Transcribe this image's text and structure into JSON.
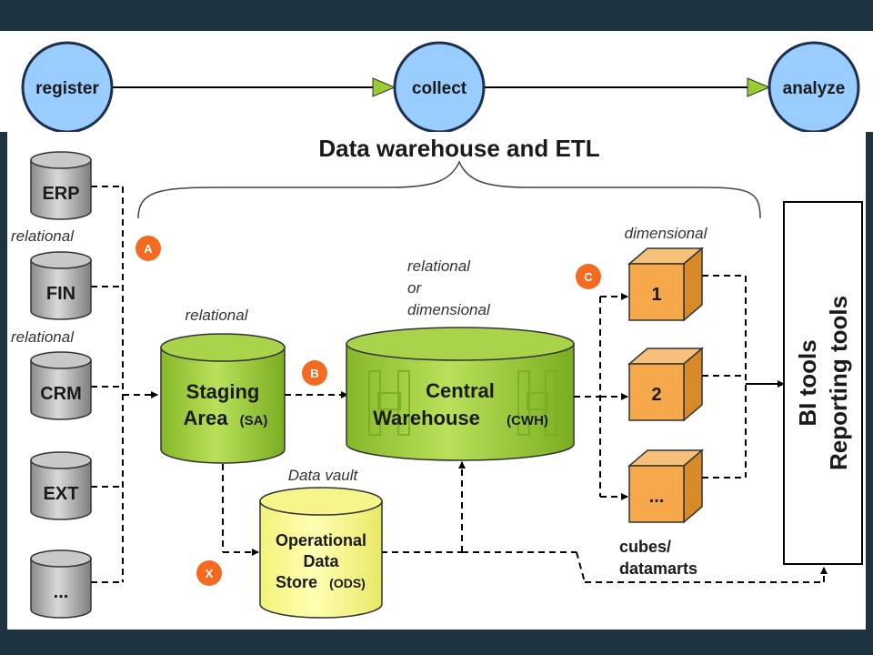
{
  "process": {
    "steps": [
      "register",
      "collect",
      "analyze"
    ]
  },
  "title": "Data warehouse and ETL",
  "sources": [
    "ERP",
    "FIN",
    "CRM",
    "EXT",
    "..."
  ],
  "source_notes": [
    "relational",
    "relational"
  ],
  "markers": {
    "a": "A",
    "b": "B",
    "c": "C",
    "x": "X"
  },
  "staging": {
    "note": "relational",
    "line1": "Staging",
    "line2": "Area",
    "abbr": "(SA)"
  },
  "warehouse": {
    "note_lines": [
      "relational",
      "or",
      "dimensional"
    ],
    "line1": "Central",
    "line2": "Warehouse",
    "abbr": "(CWH)"
  },
  "ods": {
    "note": "Data vault",
    "line1": "Operational",
    "line2": "Data",
    "line3": "Store",
    "abbr": "(ODS)"
  },
  "cubes": {
    "note": "dimensional",
    "labels": [
      "1",
      "2",
      "..."
    ],
    "caption_lines": [
      "cubes/",
      "datamarts"
    ]
  },
  "tools": {
    "line1": "BI tools",
    "line2": "Reporting tools"
  },
  "colors": {
    "background": "#1d3340",
    "panel": "#ffffff",
    "process_circle": "#99ccff",
    "arrowhead_green": "#99cc33",
    "source_cylinder": "#b3b3b3",
    "staging_green": "#99cc33",
    "ods_yellow": "#ffff99",
    "cube_orange": "#f5a94a",
    "marker_orange": "#f26b21"
  }
}
